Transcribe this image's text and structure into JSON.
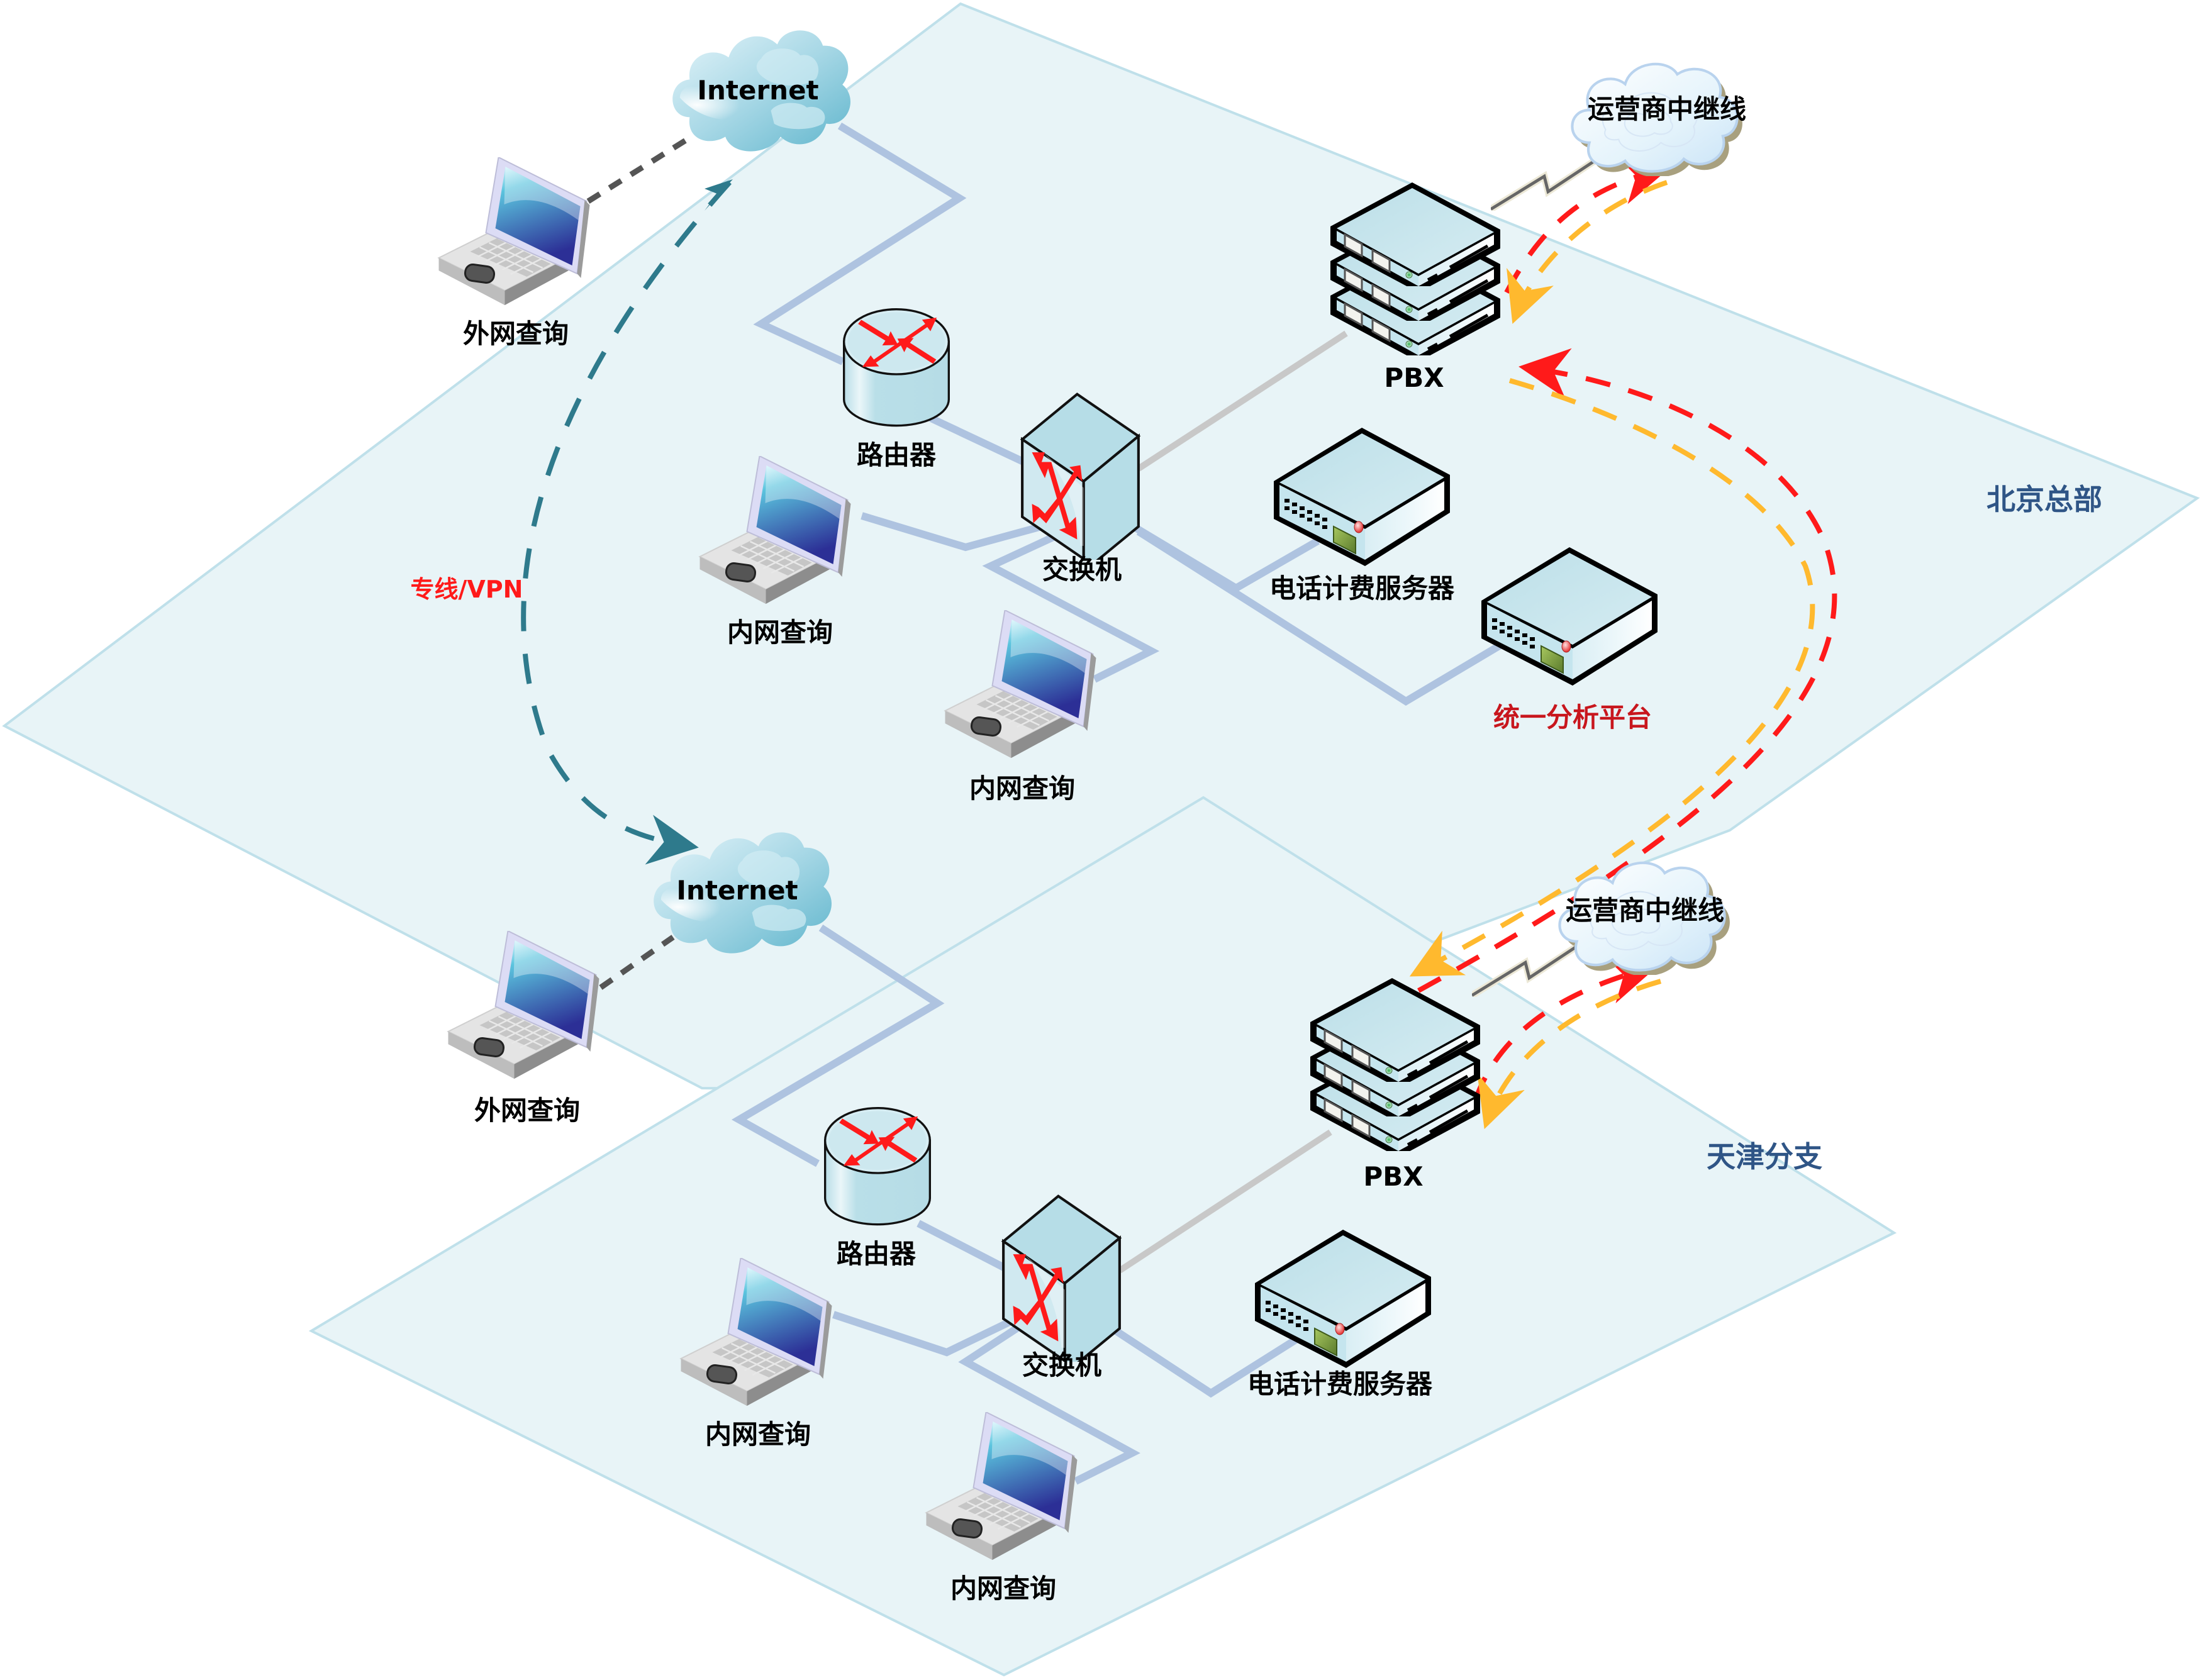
{
  "diagram": {
    "title": "",
    "sites": [
      {
        "id": "beijing",
        "label": "北京总部",
        "label_color": "#2f5586"
      },
      {
        "id": "tianjin",
        "label": "天津分支",
        "label_color": "#2f5586"
      }
    ],
    "nodes": {
      "bj_internet": {
        "label": "Internet",
        "type": "cloud"
      },
      "bj_carrier": {
        "label": "运营商中继线",
        "type": "carrier-cloud"
      },
      "bj_external_laptop": {
        "label": "外网查询",
        "type": "laptop"
      },
      "bj_router": {
        "label": "路由器",
        "type": "router"
      },
      "bj_switch": {
        "label": "交换机",
        "type": "switch"
      },
      "bj_pbx": {
        "label": "PBX",
        "type": "server-stack"
      },
      "bj_laptop1": {
        "label": "内网查询",
        "type": "laptop"
      },
      "bj_laptop2": {
        "label": "内网查询",
        "type": "laptop"
      },
      "bj_billing": {
        "label": "电话计费服务器",
        "type": "server"
      },
      "bj_analytics": {
        "label": "统一分析平台",
        "type": "server",
        "label_color": "#c8161d"
      },
      "tj_internet": {
        "label": "Internet",
        "type": "cloud"
      },
      "tj_carrier": {
        "label": "运营商中继线",
        "type": "carrier-cloud"
      },
      "tj_external_laptop": {
        "label": "外网查询",
        "type": "laptop"
      },
      "tj_router": {
        "label": "路由器",
        "type": "router"
      },
      "tj_switch": {
        "label": "交换机",
        "type": "switch"
      },
      "tj_pbx": {
        "label": "PBX",
        "type": "server-stack"
      },
      "tj_laptop1": {
        "label": "内网查询",
        "type": "laptop"
      },
      "tj_laptop2": {
        "label": "内网查询",
        "type": "laptop"
      },
      "tj_billing": {
        "label": "电话计费服务器",
        "type": "server"
      }
    },
    "vpn_link": {
      "label": "专线/VPN",
      "label_color": "#ff1a1a",
      "line_color": "#2e7a8c"
    },
    "colors": {
      "site_fill": "#e8f4f7",
      "site_border": "#bfe0ea",
      "lan_link": "#aec3e0",
      "pbx_link": "#c8c8c8",
      "external_link": "#555555",
      "voice_red": "#ff1a1a",
      "voice_yellow": "#ffb92e"
    },
    "edges": [
      {
        "from": "bj_internet",
        "to": "bj_router",
        "style": "lan"
      },
      {
        "from": "bj_router",
        "to": "bj_switch",
        "style": "lan"
      },
      {
        "from": "bj_switch",
        "to": "bj_pbx",
        "style": "pbx"
      },
      {
        "from": "bj_switch",
        "to": "bj_laptop1",
        "style": "lan"
      },
      {
        "from": "bj_switch",
        "to": "bj_laptop2",
        "style": "lan"
      },
      {
        "from": "bj_switch",
        "to": "bj_billing",
        "style": "lan"
      },
      {
        "from": "bj_switch",
        "to": "bj_analytics",
        "style": "lan"
      },
      {
        "from": "bj_external_laptop",
        "to": "bj_internet",
        "style": "dashed"
      },
      {
        "from": "bj_pbx",
        "to": "bj_carrier",
        "style": "trunk"
      },
      {
        "from": "tj_internet",
        "to": "tj_router",
        "style": "lan"
      },
      {
        "from": "tj_router",
        "to": "tj_switch",
        "style": "lan"
      },
      {
        "from": "tj_switch",
        "to": "tj_pbx",
        "style": "pbx"
      },
      {
        "from": "tj_switch",
        "to": "tj_laptop1",
        "style": "lan"
      },
      {
        "from": "tj_switch",
        "to": "tj_laptop2",
        "style": "lan"
      },
      {
        "from": "tj_switch",
        "to": "tj_billing",
        "style": "lan"
      },
      {
        "from": "tj_external_laptop",
        "to": "tj_internet",
        "style": "dashed"
      },
      {
        "from": "tj_pbx",
        "to": "tj_carrier",
        "style": "trunk"
      },
      {
        "from": "bj_internet",
        "to": "tj_internet",
        "style": "vpn"
      },
      {
        "from": "tj_pbx",
        "to": "bj_pbx",
        "style": "voice-flow"
      }
    ]
  }
}
